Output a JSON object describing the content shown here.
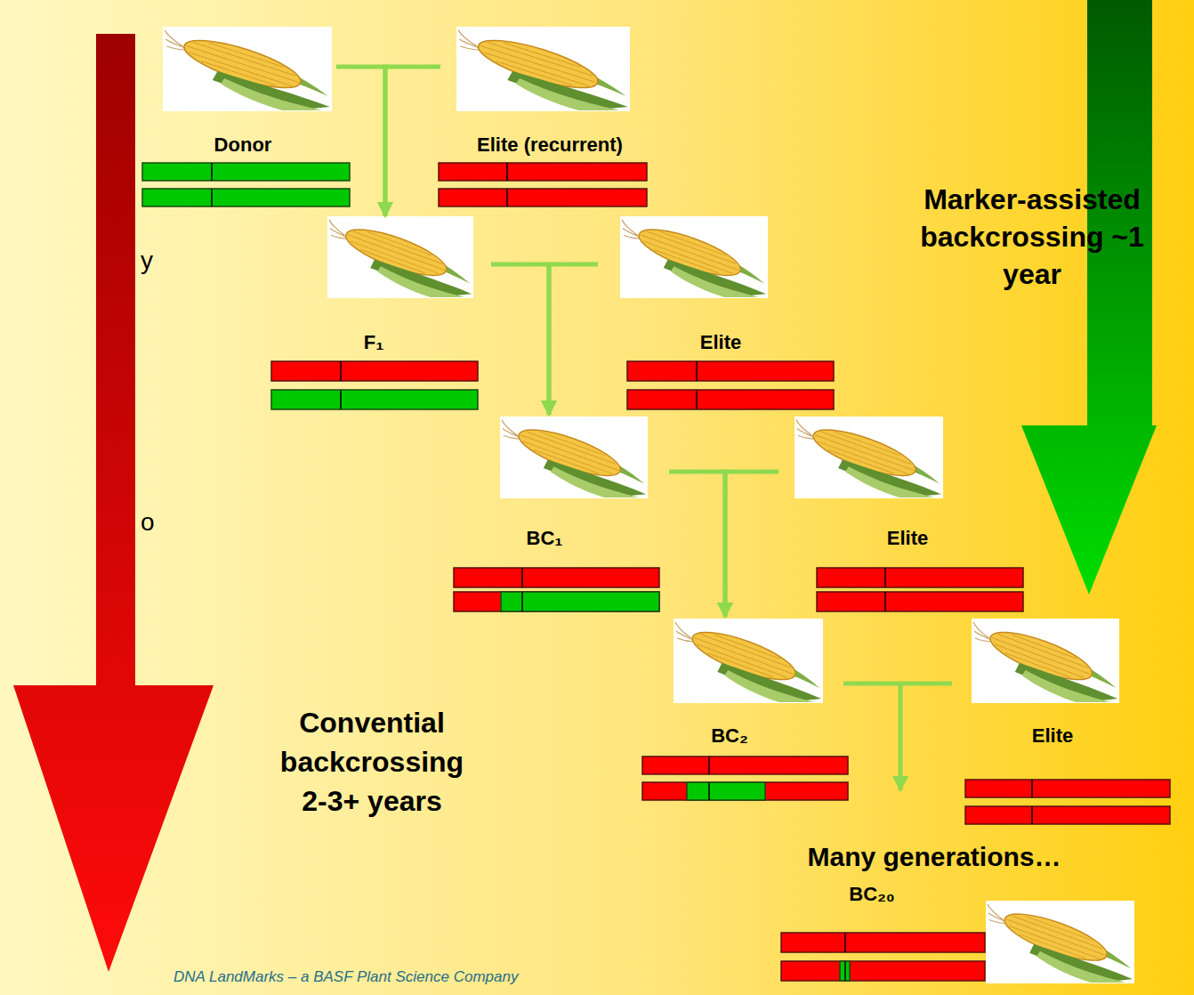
{
  "diagram": {
    "nodes": [
      {
        "text": [
          "Donor"
        ]
      },
      {
        "text": [
          "Elite (recurrent)"
        ]
      },
      {
        "text": [
          "F₁"
        ]
      },
      {
        "text": [
          "Elite"
        ]
      },
      {
        "text": [
          "BC₁"
        ]
      },
      {
        "text": [
          "Elite"
        ]
      },
      {
        "text": [
          "BC₂"
        ]
      },
      {
        "text": [
          "Elite"
        ]
      },
      {
        "text": [
          "BC₂₀"
        ]
      }
    ],
    "edges": [
      {
        "from": 0,
        "to": 2,
        "arrow": "to"
      },
      {
        "from": 1,
        "to": 2,
        "arrow": "to"
      },
      {
        "from": 2,
        "to": 4,
        "arrow": "to"
      },
      {
        "from": 3,
        "to": 4,
        "arrow": "to"
      },
      {
        "from": 4,
        "to": 6,
        "arrow": "to"
      },
      {
        "from": 5,
        "to": 6,
        "arrow": "to"
      }
    ],
    "labels": [
      "y",
      "o",
      "Marker-assisted backcrossing ~1 year",
      "Convential backcrossing 2-3+ years",
      "Many generations…",
      "DNA LandMarks – a BASF Plant Science Company"
    ]
  }
}
